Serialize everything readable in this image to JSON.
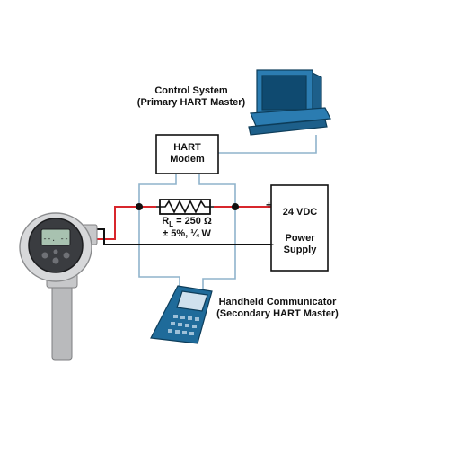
{
  "control_system": {
    "title": "Control System",
    "subtitle": "(Primary HART Master)"
  },
  "hart_modem": {
    "line1": "HART",
    "line2": "Modem"
  },
  "resistor": {
    "label_main": "R",
    "label_sub": "L",
    "label_value": " = 250 Ω",
    "tolerance": "± 5%, ¼ W"
  },
  "power_supply": {
    "plus": "+",
    "minus": "−",
    "voltage": "24 VDC",
    "line1": "Power",
    "line2": "Supply"
  },
  "handheld": {
    "title": "Handheld Communicator",
    "subtitle": "(Secondary HART Master)"
  },
  "transmitter": {
    "display_text": "--. --"
  },
  "colors": {
    "loop_red": "#d8262c",
    "loop_black": "#111111",
    "hart_blue": "#8fb3cc",
    "device_blue": "#1f6b9a"
  }
}
